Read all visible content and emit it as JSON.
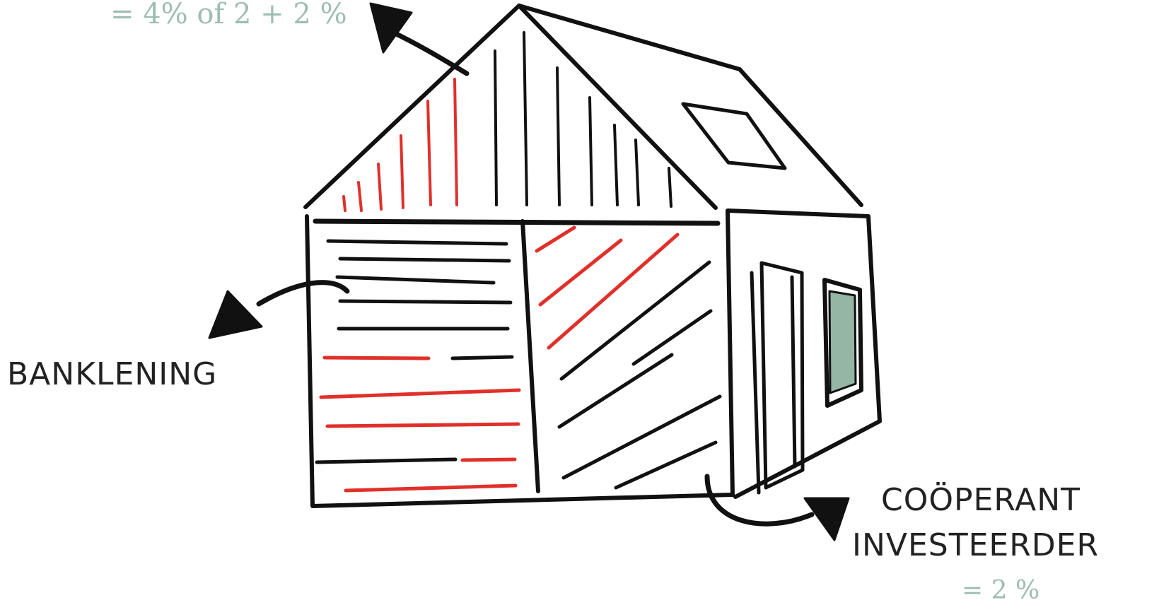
{
  "labels": {
    "top_formula": "= 4% of 2 + 2 %",
    "bank_loan": "BANKLENING",
    "coop_line1": "COÖPERANT",
    "coop_line2": "INVESTEERDER",
    "coop_rate": "= 2 %"
  },
  "colors": {
    "ink": "#111111",
    "red_hatch": "#e0302a",
    "window_glass": "#95b5a5",
    "formula_text": "#9dbdb1",
    "label_text": "#222222"
  },
  "icons": {
    "arrow_up": "arrow-up-left-icon",
    "arrow_left": "arrow-left-icon",
    "arrow_right": "arrow-right-icon"
  }
}
